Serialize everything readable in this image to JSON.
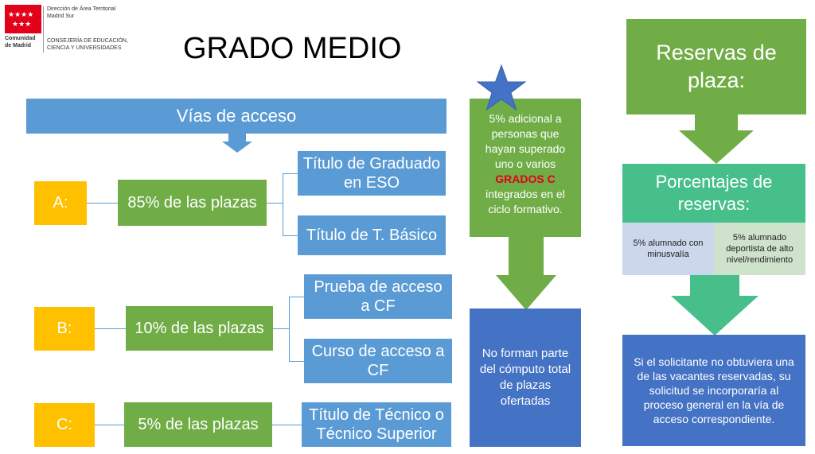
{
  "logo": {
    "line1": "Comunidad",
    "line2": "de Madrid",
    "dept_line1": "Dirección de Área Territorial",
    "dept_line2": "Madrid Sur",
    "ministry_line1": "CONSEJERÍA DE EDUCACIÓN,",
    "ministry_line2": "CIENCIA Y UNIVERSIDADES",
    "flag_color": "#e2001a"
  },
  "title": "GRADO MEDIO",
  "vias": {
    "header": "Vías de acceso",
    "rows": [
      {
        "letter": "A:",
        "percent": "85% de las plazas",
        "options": [
          "Título de Graduado en ESO",
          "Título de T. Básico"
        ]
      },
      {
        "letter": "B:",
        "percent": "10% de las plazas",
        "options": [
          "Prueba de acceso a CF",
          "Curso de acceso a CF"
        ]
      },
      {
        "letter": "C:",
        "percent": "5% de las plazas",
        "options": [
          "Título de Técnico o Técnico Superior"
        ]
      }
    ]
  },
  "extra": {
    "text_before": "5%  adicional a personas que hayan superado uno o varios",
    "highlight": "GRADOS C",
    "text_after": "integrados en el ciclo formativo.",
    "note": "No forman parte del cómputo total de plazas ofertadas"
  },
  "reservas": {
    "title": "Reservas de plaza:",
    "porcentajes": "Porcentajes de reservas:",
    "left_cell": "5% alumnado con minusvalía",
    "right_cell": "5% alumnado deportista de alto nivel/rendimiento",
    "note": "Si el solicitante no obtuviera una de las vacantes reservadas, su solicitud se incorporaría al proceso general en la vía de acceso correspondiente."
  },
  "colors": {
    "blue": "#5b9bd5",
    "green": "#70ad47",
    "yellow": "#ffc000",
    "dark_blue": "#4472c4",
    "teal": "#47bf8a",
    "red_highlight": "#e2001a"
  }
}
